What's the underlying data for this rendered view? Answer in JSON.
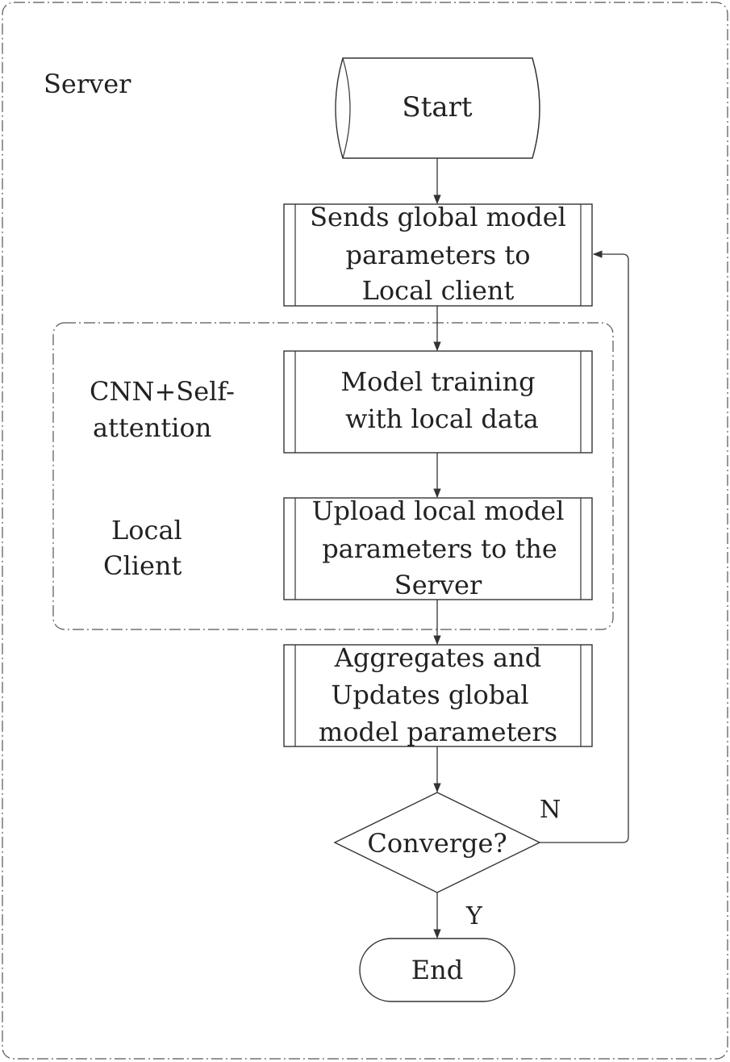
{
  "containers": {
    "server_label": "Server",
    "client_label_line1": "CNN+Self-",
    "client_label_line2": "attention",
    "client_label2_line1": "Local",
    "client_label2_line2": "Client"
  },
  "nodes": {
    "start": {
      "text": "Start"
    },
    "send": {
      "lines": [
        "Sends global model",
        "parameters to",
        "Local client"
      ]
    },
    "train": {
      "lines": [
        "Model training",
        "with local data"
      ]
    },
    "upload": {
      "lines": [
        "Upload local model",
        "parameters to the",
        "Server"
      ]
    },
    "aggregate": {
      "lines": [
        "Aggregates and",
        "Updates global",
        "model parameters"
      ]
    },
    "decision": {
      "text": "Converge?"
    },
    "end": {
      "text": "End"
    }
  },
  "edges": {
    "no_label": "N",
    "yes_label": "Y"
  }
}
